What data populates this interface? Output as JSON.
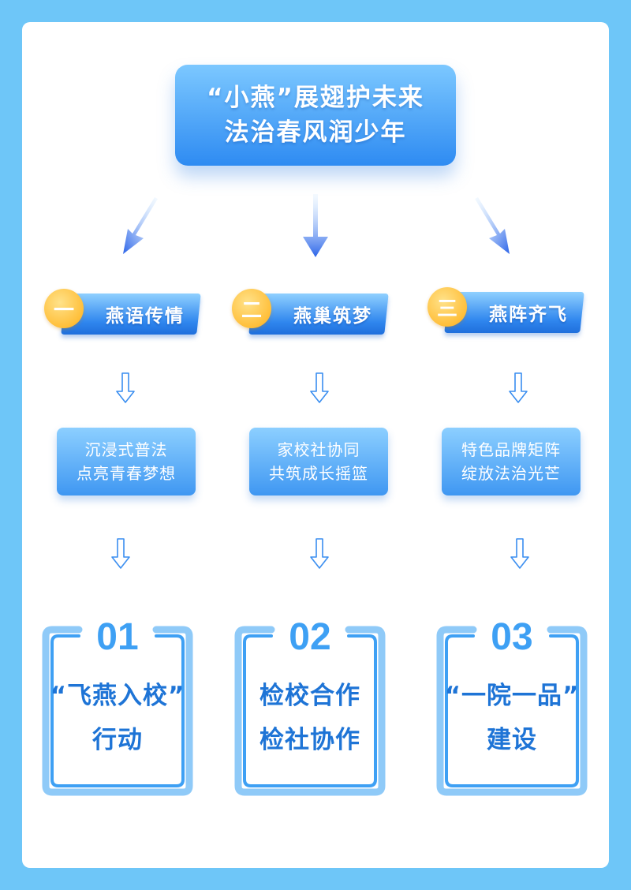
{
  "title": {
    "line1": "“小燕”展翅护未来",
    "line2": "法治春风润少年"
  },
  "columns": [
    {
      "number_glyph": "一",
      "heading": "燕语传情",
      "desc_line1": "沉浸式普法",
      "desc_line2": "点亮青春梦想",
      "card_number": "01",
      "card_line1": "“飞燕入校”",
      "card_line2": "行动"
    },
    {
      "number_glyph": "二",
      "heading": "燕巢筑梦",
      "desc_line1": "家校社协同",
      "desc_line2": "共筑成长摇篮",
      "card_number": "02",
      "card_line1": "检校合作",
      "card_line2": "检社协作"
    },
    {
      "number_glyph": "三",
      "heading": "燕阵齐飞",
      "desc_line1": "特色品牌矩阵",
      "desc_line2": "绽放法治光芒",
      "card_number": "03",
      "card_line1": "“一院一品”",
      "card_line2": "建设"
    }
  ],
  "colors": {
    "background": "#6ec6f8",
    "primary_blue": "#2e8bf2",
    "accent_gold": "#ffbf3a",
    "frame_blue": "#3ea0f4",
    "text_dark_blue": "#1e74d6"
  }
}
